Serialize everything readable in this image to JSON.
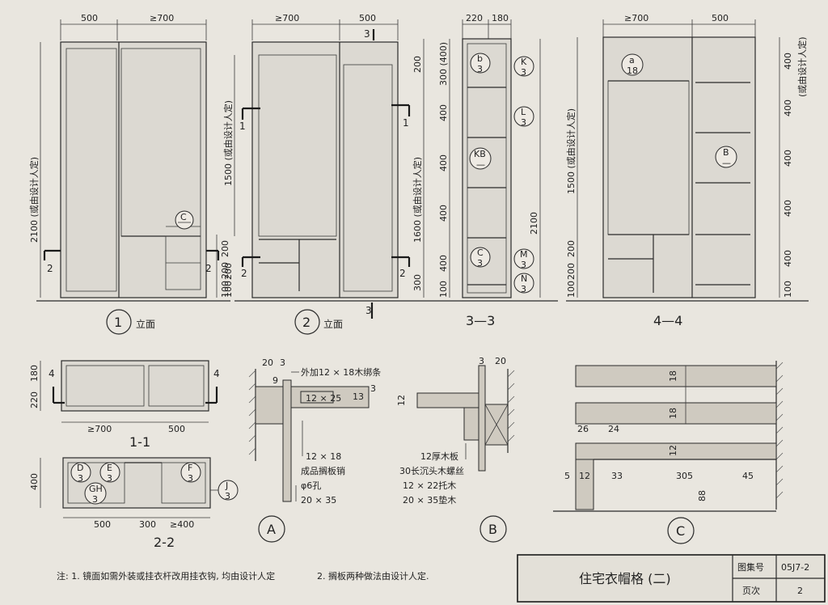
{
  "elevation1": {
    "dims_top": [
      "500",
      "≥700"
    ],
    "height": "2100 (或由设计人定)",
    "section_marks": [
      "2",
      "2"
    ],
    "detail_ref": "C",
    "side_dims": [
      "200",
      "200",
      "100"
    ],
    "caption_num": "1",
    "caption_text": "立面"
  },
  "elevation2": {
    "dims_top": [
      "≥700",
      "500"
    ],
    "height": "1500 (或由设计人定)",
    "mark_top": "3",
    "section_marks": [
      "1",
      "1",
      "2",
      "2"
    ],
    "side_dims": [
      "200",
      "100"
    ],
    "caption_num": "2",
    "caption_text": "立面",
    "mark_bottom": "3"
  },
  "section33": {
    "dims_top": [
      "220",
      "180"
    ],
    "left_dims": [
      "300 (400)",
      "400",
      "400",
      "400",
      "400",
      "100"
    ],
    "right_dims": [
      "200",
      "1600 (或由设计人定)",
      "300"
    ],
    "total": "2100",
    "bubbles": [
      {
        "top": "b",
        "bottom": "3"
      },
      {
        "top": "K",
        "bottom": "3"
      },
      {
        "top": "L",
        "bottom": "3"
      },
      {
        "top": "KB",
        "bottom": "—"
      },
      {
        "top": "C",
        "bottom": "3"
      },
      {
        "top": "M",
        "bottom": "3"
      },
      {
        "top": "N",
        "bottom": "3"
      }
    ],
    "caption": "3—3"
  },
  "section44": {
    "dims_top": [
      "≥700",
      "500"
    ],
    "height": "1500 (或由设计人定)",
    "left_dims": [
      "200",
      "200",
      "100"
    ],
    "right_note": "(或由设计人定)",
    "right_dims": [
      "400",
      "400",
      "400",
      "400",
      "400",
      "100"
    ],
    "bubbles": [
      {
        "top": "a",
        "bottom": "18"
      },
      {
        "top": "B",
        "bottom": "—"
      }
    ],
    "caption": "4—4"
  },
  "plan11": {
    "side_dims": [
      "220",
      "180"
    ],
    "marks": [
      "4",
      "4"
    ],
    "bottom_dims": [
      "≥700",
      "500"
    ],
    "caption": "1-1"
  },
  "plan22": {
    "side_dim": "400",
    "bubbles": [
      {
        "top": "D",
        "bottom": "3"
      },
      {
        "top": "E",
        "bottom": "3"
      },
      {
        "top": "GH",
        "bottom": "3"
      },
      {
        "top": "F",
        "bottom": "3"
      },
      {
        "top": "J",
        "bottom": "3"
      }
    ],
    "bottom_dims": [
      "500",
      "300",
      "≥400"
    ],
    "caption": "2-2"
  },
  "detailA": {
    "dims": [
      "20",
      "3",
      "9",
      "12 × 25",
      "13",
      "3"
    ],
    "notes": [
      "外加12 × 18木绑条",
      "12 × 18",
      "成品搁板销",
      "φ6孔",
      "20 × 35"
    ],
    "label": "A"
  },
  "detailB": {
    "dims": [
      "3",
      "20",
      "12"
    ],
    "notes": [
      "12厚木板",
      "30长沉头木螺丝",
      "12 × 22托木",
      "20 × 35垫木"
    ],
    "label": "B"
  },
  "detailC": {
    "dims": [
      "18",
      "18",
      "12",
      "26",
      "24",
      "5",
      "12",
      "33",
      "305",
      "45",
      "88"
    ],
    "label": "C"
  },
  "notes": {
    "note1": "注: 1. 镜面如需外装或挂衣杆改用挂衣钩, 均由设计人定",
    "note2": "2. 搁板两种做法由设计人定."
  },
  "title_block": {
    "title": "住宅衣帽格 (二)",
    "atlas_label": "图集号",
    "atlas_value": "05J7-2",
    "page_label": "页次",
    "page_value": "2"
  }
}
